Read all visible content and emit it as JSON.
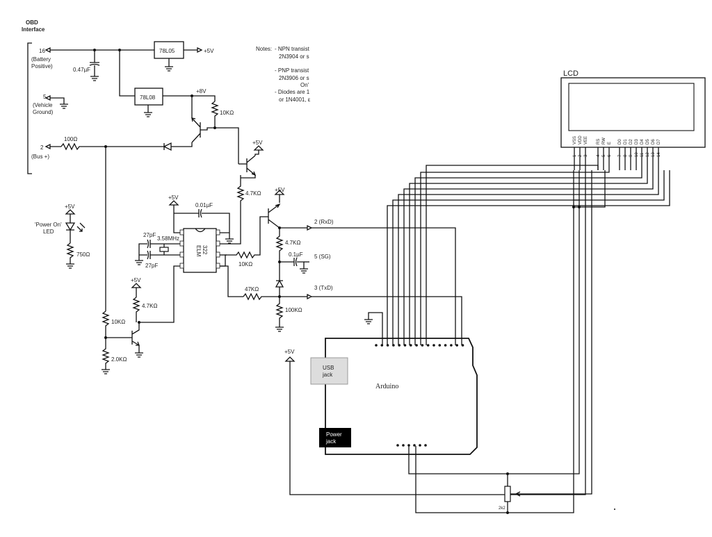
{
  "obd": {
    "title_line1": "OBD",
    "title_line2": "Interface",
    "pin16": "16",
    "pin16_desc1": "(Battery",
    "pin16_desc2": "Positive)",
    "pin5": "5",
    "pin5_desc1": "(Vehicle",
    "pin5_desc2": "Ground)",
    "pin2": "2",
    "pin2_desc": "(Bus +)"
  },
  "notes": {
    "heading": "Notes:",
    "line1": "- NPN transist",
    "line2": "2N3904 or s",
    "line3": "- PNP transist",
    "line4": "2N3906 or s",
    "line5": "On'",
    "line6": "- Diodes are 1",
    "line7": "or 1N4001, ε"
  },
  "components": {
    "reg_5v": "78L05",
    "reg_8v": "78L08",
    "cap_047": "0.47µF",
    "res_100": "100Ω",
    "res_10k_top": "10KΩ",
    "res_47k_mid": "4.7KΩ",
    "res_47k_left": "4.7KΩ",
    "res_750": "750Ω",
    "res_10k_left": "10KΩ",
    "res_2k": "2.0KΩ",
    "res_10k_chip": "10KΩ",
    "res_47k_rx": "4.7KΩ",
    "res_47k_tx": "47KΩ",
    "res_100k": "100KΩ",
    "cap_001": "0.01µF",
    "cap_01": "0.1µF",
    "cap_27_top": "27pF",
    "cap_27_bot": "27pF",
    "crystal": "3.58MHz",
    "chip_line1": "ELM",
    "chip_line2": "322",
    "led_label1": "'Power On'",
    "led_label2": "LED",
    "pot": "2k2"
  },
  "power": {
    "plus5": "+5V",
    "plus8": "+8V"
  },
  "signals": {
    "rxd": "2 (RxD)",
    "sg": "5 (SG)",
    "txd": "3 (TxD)"
  },
  "arduino": {
    "title": "Arduino",
    "usb1": "USB",
    "usb2": "jack",
    "power1": "Power",
    "power2": "jack"
  },
  "lcd": {
    "title": "LCD",
    "pins": [
      "VSS",
      "VDD",
      "VEE",
      "RS",
      "RW",
      "E",
      "D0",
      "D1",
      "D2",
      "D3",
      "D4",
      "D5",
      "D6",
      "D7"
    ],
    "pin_numbers": [
      "1",
      "2",
      "3",
      "4",
      "5",
      "6",
      "7",
      "8",
      "9",
      "10",
      "11",
      "12",
      "13",
      "14"
    ]
  },
  "colors": {
    "ink": "#111111",
    "usb_fill": "#dddddd",
    "power_fill": "#000000"
  }
}
